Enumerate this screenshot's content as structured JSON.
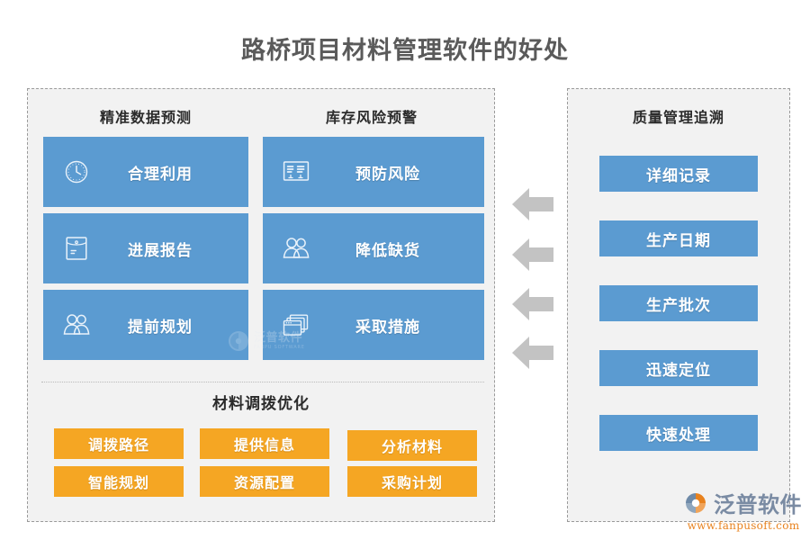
{
  "title": "路桥项目材料管理软件的好处",
  "left_panel": {
    "columns": [
      {
        "heading": "精准数据预测"
      },
      {
        "heading": "库存风险预警"
      }
    ],
    "cards": [
      {
        "label": "合理利用",
        "icon": "clock-icon",
        "col": 0,
        "row": 0
      },
      {
        "label": "预防风险",
        "icon": "report-icon",
        "col": 1,
        "row": 0
      },
      {
        "label": "进展报告",
        "icon": "envelope-icon",
        "col": 0,
        "row": 1
      },
      {
        "label": "降低缺货",
        "icon": "people-icon",
        "col": 1,
        "row": 1
      },
      {
        "label": "提前规划",
        "icon": "people-icon",
        "col": 0,
        "row": 2
      },
      {
        "label": "采取措施",
        "icon": "windows-icon",
        "col": 1,
        "row": 2
      }
    ],
    "bottom_section": {
      "heading": "材料调拨优化",
      "items": [
        {
          "label": "调拨路径",
          "col": 0,
          "row": 0
        },
        {
          "label": "提供信息",
          "col": 1,
          "row": 0
        },
        {
          "label": "分析材料",
          "col": 2,
          "row": 0
        },
        {
          "label": "智能规划",
          "col": 0,
          "row": 1
        },
        {
          "label": "资源配置",
          "col": 1,
          "row": 1
        },
        {
          "label": "采购计划",
          "col": 2,
          "row": 1
        }
      ]
    }
  },
  "right_panel": {
    "heading": "质量管理追溯",
    "items": [
      {
        "label": "详细记录"
      },
      {
        "label": "生产日期"
      },
      {
        "label": "生产批次"
      },
      {
        "label": "迅速定位"
      },
      {
        "label": "快速处理"
      }
    ]
  },
  "connectors": {
    "arrow_count": 4,
    "direction": "left",
    "color": "#c3c3c3"
  },
  "watermark": {
    "center_cn": "泛普软件",
    "center_en": "FANPU SOFTWARE"
  },
  "brand": {
    "name_cn": "泛普软件",
    "url": "www.fanpusoft.com"
  },
  "colors": {
    "blue": "#5b9bd1",
    "orange": "#f5a623",
    "panel_bg": "#f2f2f2",
    "panel_border": "#9a9a9a",
    "title_text": "#5a5a5a",
    "heading_text": "#2b2b2b",
    "arrow": "#c3c3c3"
  }
}
